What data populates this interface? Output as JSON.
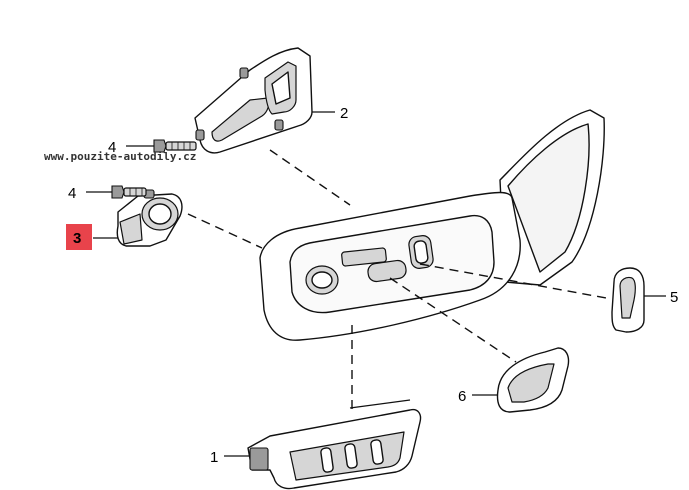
{
  "watermark": "www.pouzite-autodily.cz",
  "highlight_color": "#e8434b",
  "callouts": [
    {
      "id": "1",
      "label": "1"
    },
    {
      "id": "2",
      "label": "2"
    },
    {
      "id": "3",
      "label": "3",
      "highlighted": true
    },
    {
      "id": "4a",
      "label": "4"
    },
    {
      "id": "4b",
      "label": "4"
    },
    {
      "id": "5",
      "label": "5"
    },
    {
      "id": "6",
      "label": "6"
    }
  ]
}
